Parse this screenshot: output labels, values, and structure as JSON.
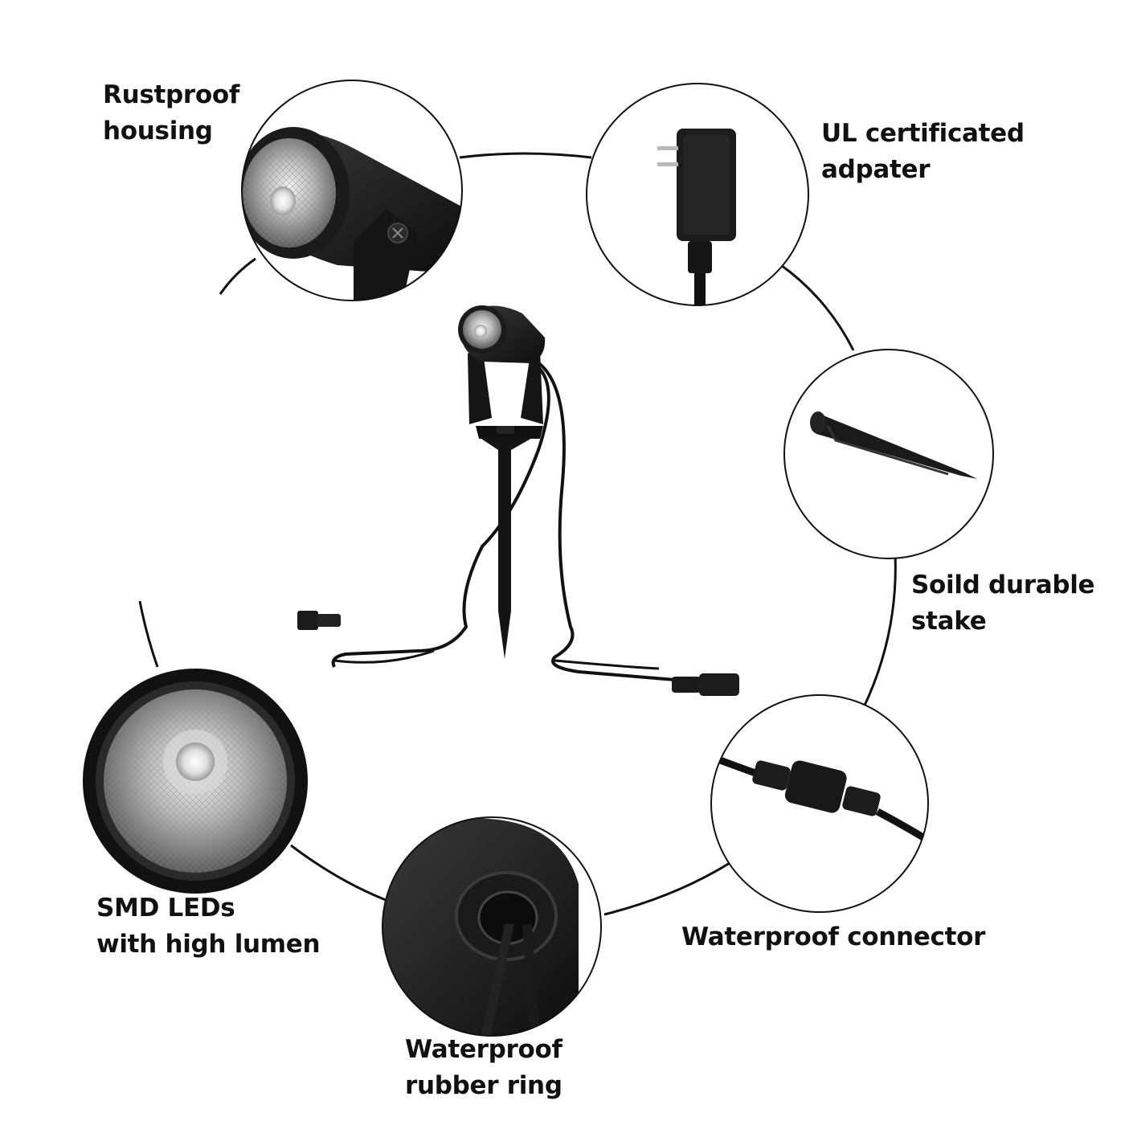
{
  "labels": {
    "rustproof": [
      "Rustproof",
      "housing"
    ],
    "ul": [
      "UL certificated",
      "adpater"
    ],
    "stake": [
      "Soild durable",
      "stake"
    ],
    "smd": [
      "SMD LEDs",
      "with high lumen"
    ],
    "connector": [
      "Waterproof connector"
    ],
    "ring": [
      "Waterproof",
      "rubber ring"
    ]
  },
  "colors": {
    "background": "#ffffff",
    "text": "#111111",
    "product": "#1a1a1a",
    "ring_line": "#111111"
  }
}
